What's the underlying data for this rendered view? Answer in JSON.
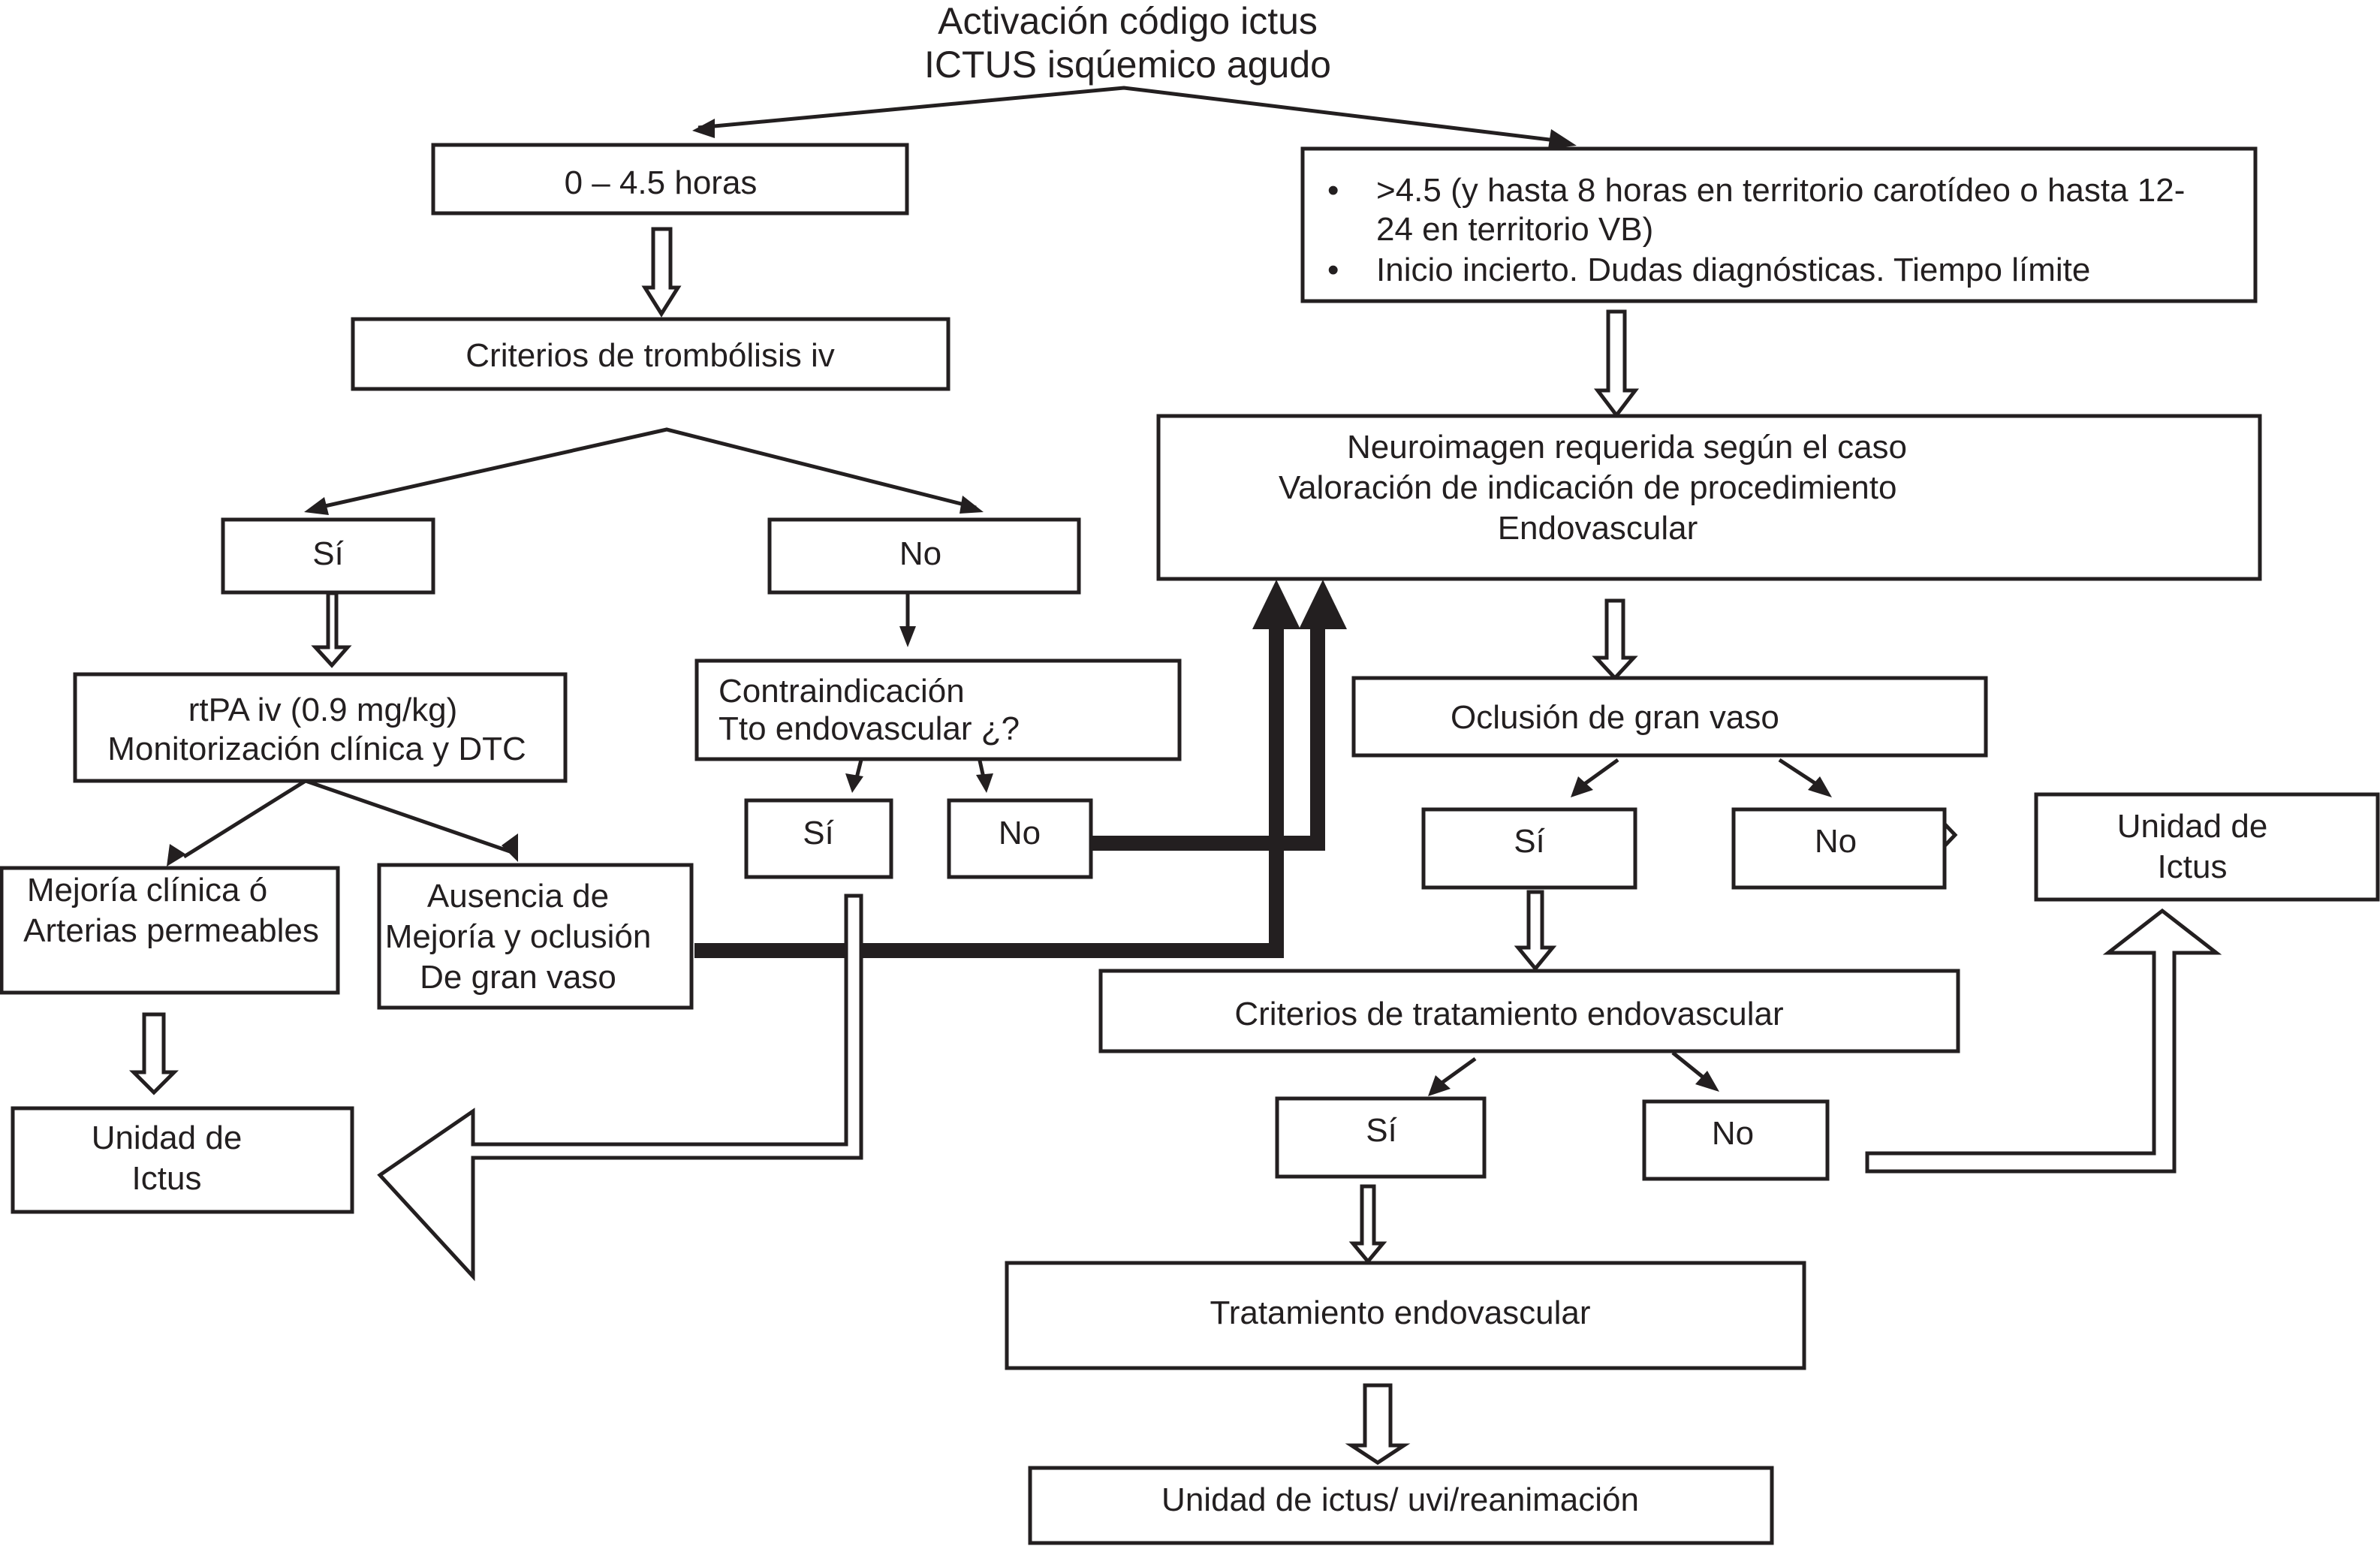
{
  "diagram": {
    "title": [
      "Activación código ictus",
      "ICTUS isqúemico agudo"
    ],
    "nodes": {
      "early_window": [
        "0 – 4.5 horas"
      ],
      "late_window": {
        "bullets": [
          [
            ">4.5  (y hasta 8 horas en territorio carotídeo o hasta 12-",
            "24 en territorio VB)"
          ],
          [
            "Inicio incierto. Dudas diagnósticas. Tiempo límite"
          ]
        ]
      },
      "iv_criteria": [
        "Criterios de  trombólisis iv"
      ],
      "iv_yes": [
        "Sí"
      ],
      "iv_no": [
        "No"
      ],
      "rtpa": [
        "rtPA iv (0.9 mg/kg)",
        "Monitorización clínica y DTC"
      ],
      "contraindication": [
        "Contraindicación",
        "Tto endovascular ¿?"
      ],
      "contra_yes": [
        "Sí"
      ],
      "contra_no": [
        "No"
      ],
      "improvement": [
        "Mejoría clínica ó",
        "Arterias permeables"
      ],
      "no_improvement": [
        "Ausencia de",
        "Mejoría y oclusión",
        "De gran vaso"
      ],
      "stroke_unit_left": [
        "Unidad de",
        "Ictus"
      ],
      "neuroimaging": [
        "Neuroimagen requerida según el caso",
        "Valoración de indicación de procedimiento",
        "Endovascular"
      ],
      "occlusion": [
        "Oclusión de gran vaso"
      ],
      "occl_yes": [
        "Sí"
      ],
      "occl_no": [
        "No"
      ],
      "stroke_unit_right": [
        "Unidad de",
        "Ictus"
      ],
      "endo_criteria": [
        "Criterios de tratamiento endovascular"
      ],
      "endo_yes": [
        "Sí"
      ],
      "endo_no": [
        "No"
      ],
      "endo_treatment": [
        "Tratamiento endovascular"
      ],
      "final_unit": [
        "Unidad de ictus/ uvi/reanimación"
      ]
    },
    "bullet_glyph": "•"
  }
}
